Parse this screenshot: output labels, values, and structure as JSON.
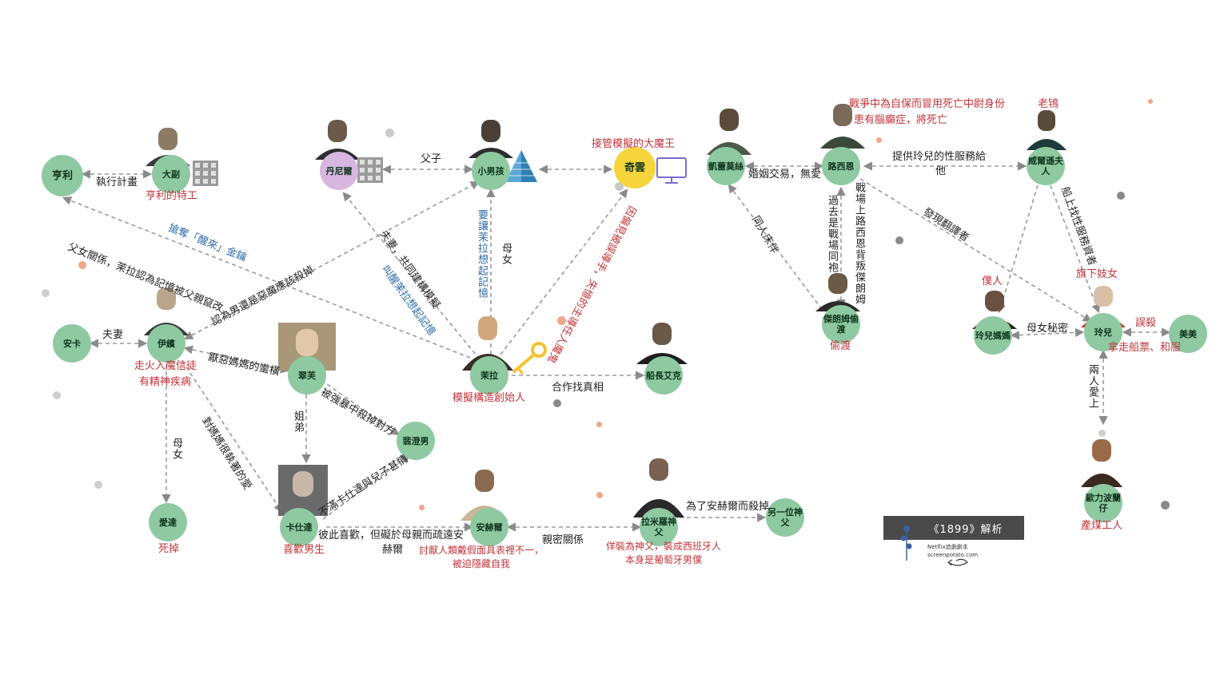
{
  "nodes": {
    "henry": "亨利",
    "first_mate": "大副",
    "daniel": "丹尼爾",
    "little_boy": "小男孩",
    "chiyun": "奇雲",
    "kaleeby": "凱蕾莫絲",
    "lucien": "路西恩",
    "virginia": "威爾遜夫人",
    "anka": "安卡",
    "iben": "伊繽",
    "jerome": "傑朗姆偷渡",
    "ling_mom": "玲兒媽媽",
    "ling": "玲兒",
    "meimei": "美美",
    "maura": "茉拉",
    "captain": "船長艾克",
    "krester": "翠芙",
    "tove": "翡澄男",
    "ada": "愛達",
    "ludwig": "卡仕達",
    "angel": "安赫爾",
    "ramiro": "拉米羅神父",
    "priest": "另一位神父",
    "olek": "歐力波蘭仔"
  },
  "edges": {
    "henry_first_mate": "執行計畫",
    "father_son": "父子",
    "kaleeby_lucien": "婚姻交易，無愛",
    "lucien_virginia_1": "提供玲兒的性服務給",
    "lucien_virginia_2": "他",
    "anka_iben": "夫妻",
    "father_daughter": "父女關係，茉拉認為記憶被父親竄改",
    "steal_key": "搶奪「醒來」金鑰",
    "iben_boy": "認為男還是惡魔應該殺掉",
    "iben_krester": "厭惡媽媽的蠻橫",
    "iben_ludwig": "對媽媽很執著的愛",
    "mother_daughter": "母女",
    "siblings": "姐弟",
    "krester_tove": "被強暴中殺掉對方",
    "ludwig_tove": "不滿卡仕達與兒子甚情",
    "ludwig_angel_1": "彼此喜歡，但礙於母親而疏遠安",
    "ludwig_angel_2": "赫爾",
    "angel_ramiro": "親密關係",
    "ramiro_priest": "為了安赫爾而殺掉",
    "maura_captain": "合作找真相",
    "maura_daniel": "夫妻，共同建構模擬",
    "maura_daniel_blue": "叫醒茉拉想起記憶",
    "boy_maura_blue": "要讓茉拉想起記憶",
    "boy_maura": "母女",
    "chiyun_maura": "因偏見被誤導手，失憶的主導任人魔鬼",
    "kaleeby_jerome": "同人床伴",
    "lucien_jerome": "過去是戰場同袍",
    "jerome_lucien": "戰場上路西恩背叛傑朗姆",
    "lucien_ling": "發現翻譯者",
    "virginia_ling_mom": "",
    "virginia_ling": "船上找性服務資者",
    "ling_mom_ling": "母女秘密",
    "ling_meimei": "誤殺",
    "ling_olek": "兩人愛上"
  },
  "notes": {
    "first_mate": "亨利的特工",
    "chiyun": "接管模擬的大魔王",
    "lucien_1": "戰爭中為自保而冒用死亡中尉身份",
    "lucien_2": "患有腦癲症，將死亡",
    "virginia": "老鴇",
    "iben_1": "走火入魔信徒",
    "iben_2": "有精神疾病",
    "jerome": "偷渡",
    "ling_mom": "僕人",
    "ling": "旗下妓女",
    "meimei": "拿走船票、和服",
    "maura": "模擬構造創始人",
    "ada": "死掉",
    "ludwig": "喜歡男生",
    "angel_1": "討厭人類戴假面具表裡不一，",
    "angel_2": "被迫隱藏自我",
    "ramiro_1": "佯裝為神父，裝成西班牙人",
    "ramiro_2": "本身是葡萄牙男僕",
    "olek": "產煤工人"
  },
  "badge": {
    "title": "《1899》解析",
    "sub1": "Netflix追劇劇本",
    "sub2": "screenpotato.com"
  },
  "colors": {
    "node": "#8ec9a2",
    "node_purple": "#d7b6df",
    "node_yellow": "#f5d43c",
    "line": "#8a8a8a",
    "red_note": "#c0343a",
    "blue_note": "#2d6aa5"
  }
}
